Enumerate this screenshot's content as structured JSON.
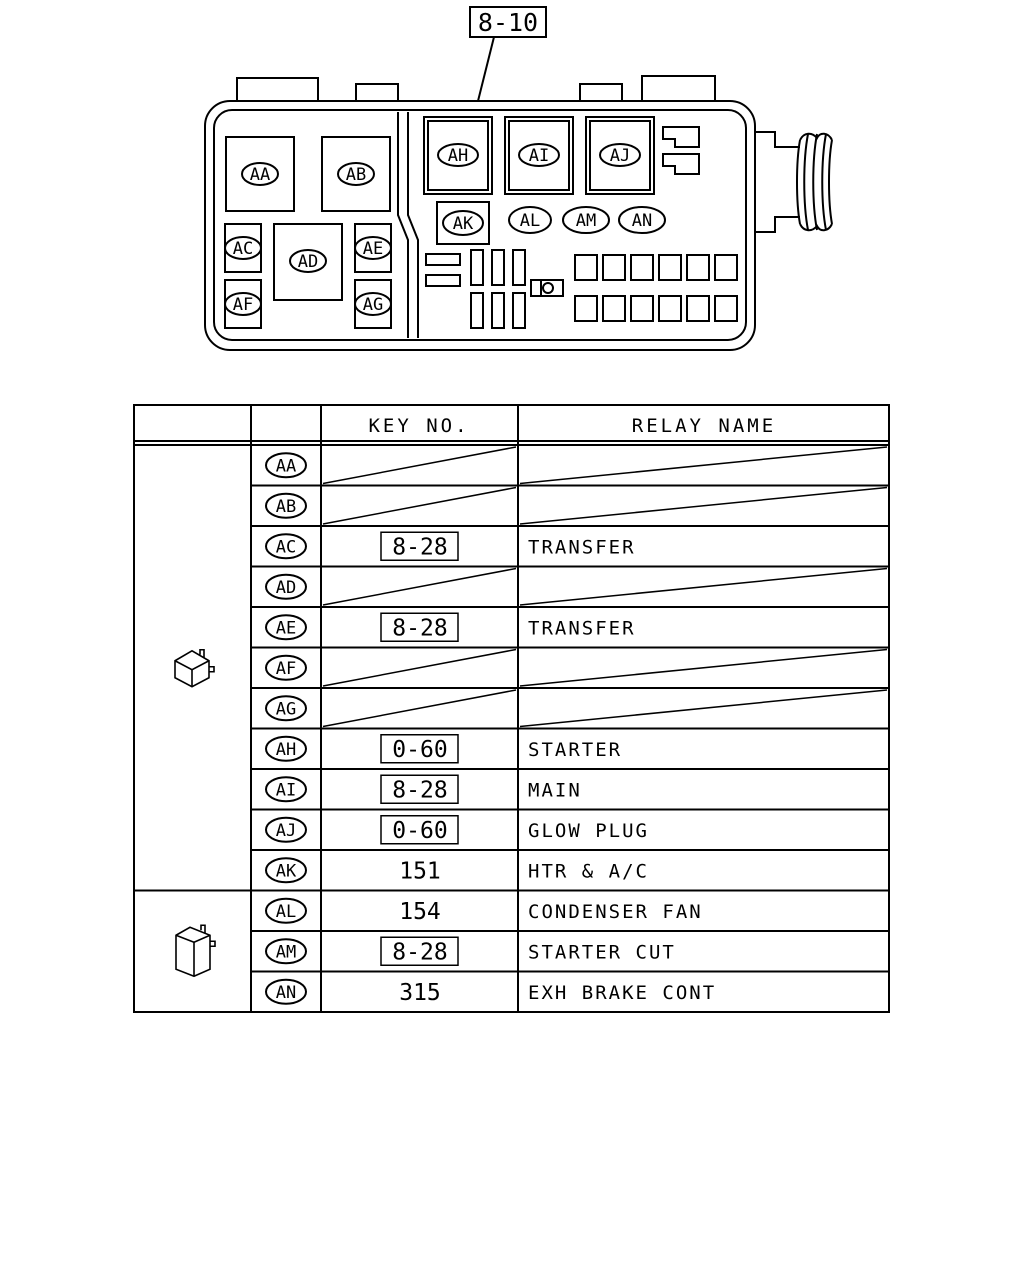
{
  "diagram": {
    "ref_label": "8-10",
    "relays": [
      {
        "id": "AA"
      },
      {
        "id": "AB"
      },
      {
        "id": "AC"
      },
      {
        "id": "AD"
      },
      {
        "id": "AE"
      },
      {
        "id": "AF"
      },
      {
        "id": "AG"
      },
      {
        "id": "AH"
      },
      {
        "id": "AI"
      },
      {
        "id": "AJ"
      },
      {
        "id": "AK"
      },
      {
        "id": "AL"
      },
      {
        "id": "AM"
      },
      {
        "id": "AN"
      }
    ]
  },
  "table": {
    "headers": {
      "key_no": "KEY NO.",
      "relay_name": "RELAY NAME"
    },
    "groups": [
      {
        "icon": "relay-cube-icon",
        "start": 0,
        "count": 11
      },
      {
        "icon": "relay-tall-icon",
        "start": 11,
        "count": 3
      }
    ],
    "rows": [
      {
        "id": "AA",
        "key": "",
        "boxed": false,
        "name": ""
      },
      {
        "id": "AB",
        "key": "",
        "boxed": false,
        "name": ""
      },
      {
        "id": "AC",
        "key": "8-28",
        "boxed": true,
        "name": "TRANSFER"
      },
      {
        "id": "AD",
        "key": "",
        "boxed": false,
        "name": ""
      },
      {
        "id": "AE",
        "key": "8-28",
        "boxed": true,
        "name": "TRANSFER"
      },
      {
        "id": "AF",
        "key": "",
        "boxed": false,
        "name": ""
      },
      {
        "id": "AG",
        "key": "",
        "boxed": false,
        "name": ""
      },
      {
        "id": "AH",
        "key": "0-60",
        "boxed": true,
        "name": "STARTER"
      },
      {
        "id": "AI",
        "key": "8-28",
        "boxed": true,
        "name": "MAIN"
      },
      {
        "id": "AJ",
        "key": "0-60",
        "boxed": true,
        "name": "GLOW PLUG"
      },
      {
        "id": "AK",
        "key": "151",
        "boxed": false,
        "name": "HTR & A/C"
      },
      {
        "id": "AL",
        "key": "154",
        "boxed": false,
        "name": "CONDENSER FAN"
      },
      {
        "id": "AM",
        "key": "8-28",
        "boxed": true,
        "name": "STARTER CUT"
      },
      {
        "id": "AN",
        "key": "315",
        "boxed": false,
        "name": "EXH BRAKE CONT"
      }
    ]
  }
}
